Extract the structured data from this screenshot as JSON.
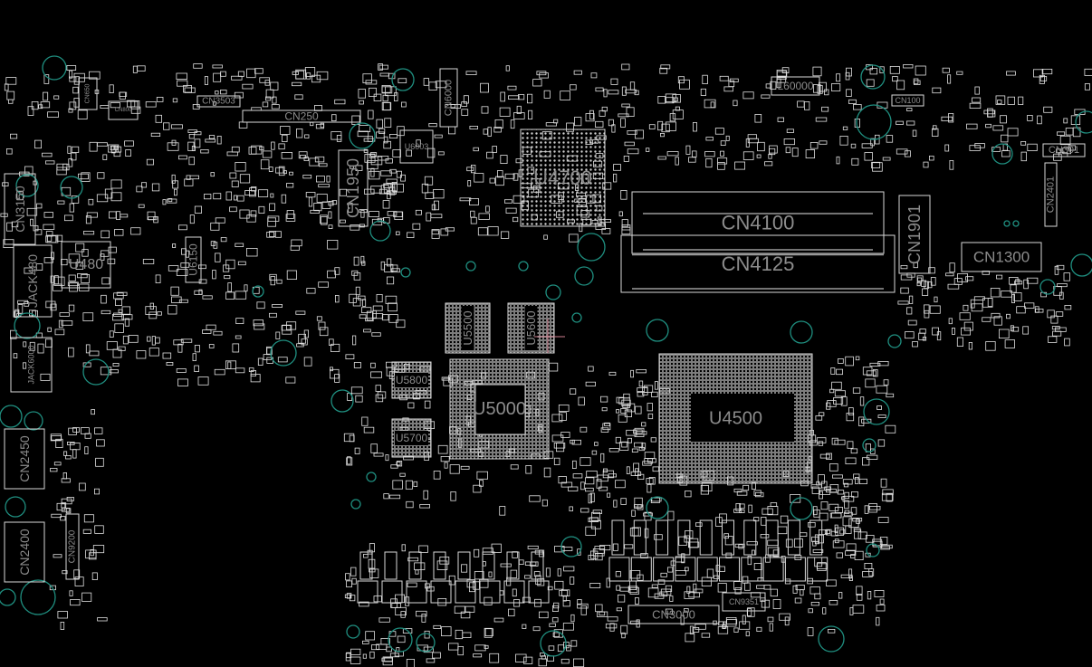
{
  "view": {
    "type": "pcb-boardview",
    "colors": {
      "background": "#000000",
      "outline": "#d8d8d8",
      "label": "#8c8c8c",
      "mounting_hole": "#1f8f80"
    }
  },
  "components": {
    "U4700": "U4700",
    "CN4100": "CN4100",
    "CN4125": "CN4125",
    "CN1901": "CN1901",
    "CN1300": "CN1300",
    "CN301": "CN301",
    "CN2401": "CN2401",
    "CN1950": "CN1950",
    "CN250": "CN250",
    "CN3503": "CN3503",
    "CN6000": "CN6000",
    "U6003": "U6003",
    "CN3150": "CN3150",
    "U480": "U480",
    "JACK480": "JACK480",
    "JACK6000": "JACK6000",
    "U6150": "U6150",
    "U5500": "U5500",
    "U5600": "U5600",
    "U5800": "U5800",
    "U5700": "U5700",
    "U5000": "U5000",
    "U4500": "U4500",
    "CN2450": "CN2450",
    "CN2400": "CN2400",
    "CN9200": "CN9200",
    "CN3000": "CN3000",
    "CN9351": "CN9351",
    "L60000": "L60000",
    "CN100": "CN100",
    "CN800": "CN800",
    "CN650": "CN650"
  }
}
